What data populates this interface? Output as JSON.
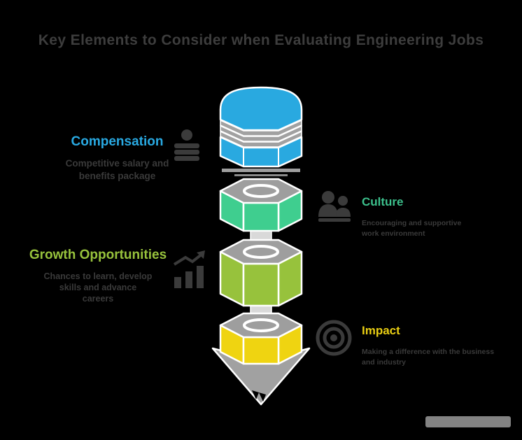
{
  "title": "Key Elements to Consider when Evaluating Engineering Jobs",
  "sections": [
    {
      "label": "Compensation",
      "color": "#29A9E2",
      "icon": "coins-icon",
      "desc_lines": [
        "Competitive salary and",
        "benefits package"
      ]
    },
    {
      "label": "Culture",
      "color": "#3CC08C",
      "icon": "people-icon",
      "desc_lines": [
        "Encouraging and supportive",
        "work environment"
      ]
    },
    {
      "label": "Growth Opportunities",
      "color": "#97C23C",
      "icon": "growth-chart-icon",
      "desc_lines": [
        "Chances to learn, develop",
        "skills and advance",
        "careers"
      ]
    },
    {
      "label": "Impact",
      "color": "#E9CE13",
      "icon": "target-icon",
      "desc_lines": [
        "Making a difference with the business",
        "and industry"
      ]
    }
  ],
  "pencil": {
    "segment_colors": [
      "#29A9E0",
      "#3FCE8F",
      "#97C23C",
      "#EFD411"
    ],
    "ferrule_color": "#A1A1A1",
    "tip_color": "#A1A1A1",
    "outline_color": "#FFFFFF"
  },
  "background_color": "#000000",
  "body_text_color": "#3A3A3A"
}
